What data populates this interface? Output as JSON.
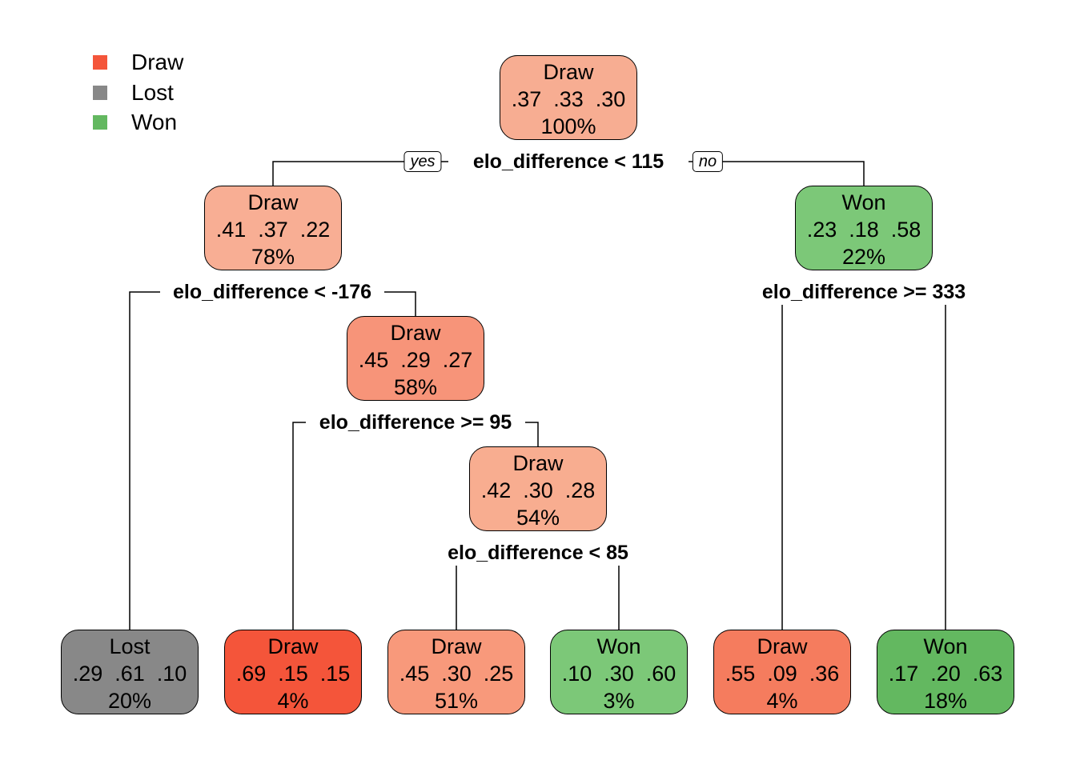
{
  "legend": [
    {
      "label": "Draw",
      "color": "#f4553a"
    },
    {
      "label": "Lost",
      "color": "#888888"
    },
    {
      "label": "Won",
      "color": "#63b860"
    }
  ],
  "branch_labels": {
    "yes": "yes",
    "no": "no"
  },
  "nodes": {
    "n1": {
      "cls": "Draw",
      "probs": ".37  .33  .30",
      "pct": "100%",
      "color": "#f7ad92"
    },
    "n2": {
      "cls": "Draw",
      "probs": ".41  .37  .22",
      "pct": "78%",
      "color": "#f8ae94"
    },
    "n3": {
      "cls": "Won",
      "probs": ".23  .18  .58",
      "pct": "22%",
      "color": "#7cc878"
    },
    "n5": {
      "cls": "Draw",
      "probs": ".45  .29  .27",
      "pct": "58%",
      "color": "#f79479"
    },
    "n11": {
      "cls": "Draw",
      "probs": ".42  .30  .28",
      "pct": "54%",
      "color": "#f8ad90"
    },
    "l4": {
      "cls": "Lost",
      "probs": ".29  .61  .10",
      "pct": "20%",
      "color": "#888888"
    },
    "l10": {
      "cls": "Draw",
      "probs": ".69  .15  .15",
      "pct": "4%",
      "color": "#f4553a"
    },
    "l22": {
      "cls": "Draw",
      "probs": ".45  .30  .25",
      "pct": "51%",
      "color": "#f8997b"
    },
    "l23": {
      "cls": "Won",
      "probs": ".10  .30  .60",
      "pct": "3%",
      "color": "#7cc878"
    },
    "l6": {
      "cls": "Draw",
      "probs": ".55  .09  .36",
      "pct": "4%",
      "color": "#f57c5e"
    },
    "l7": {
      "cls": "Won",
      "probs": ".17  .20  .63",
      "pct": "18%",
      "color": "#63b860"
    }
  },
  "splits": {
    "s1": "elo_difference < 115",
    "s2": "elo_difference < -176",
    "s3": "elo_difference >= 333",
    "s5": "elo_difference >= 95",
    "s11": "elo_difference < 85"
  }
}
